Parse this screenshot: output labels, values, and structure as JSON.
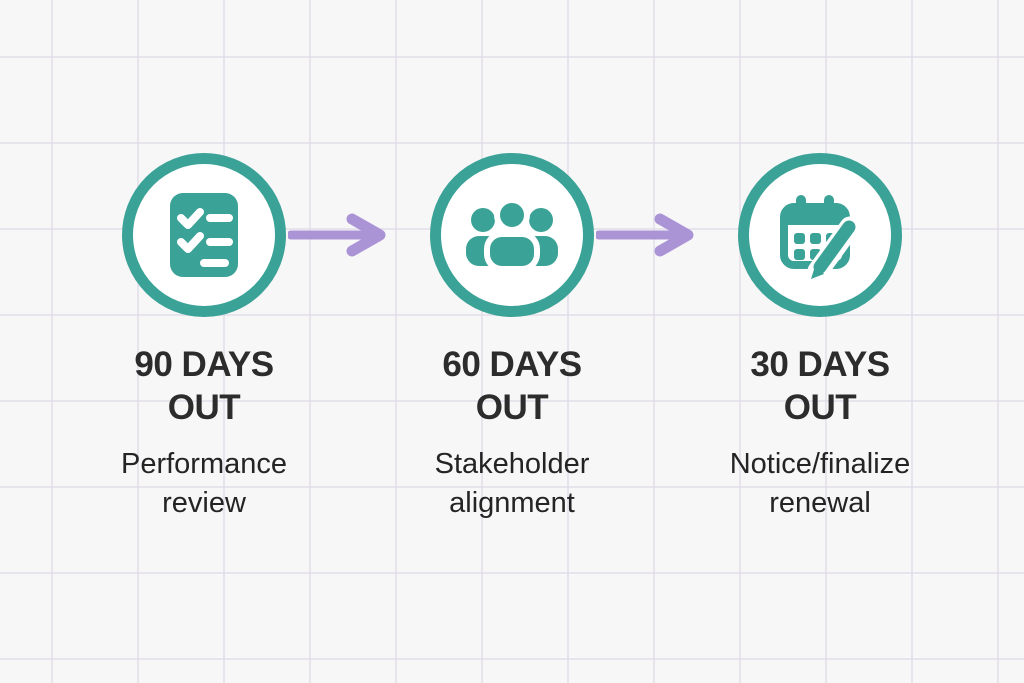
{
  "diagram": {
    "type": "timeline",
    "description": "Three-step renewal countdown timeline"
  },
  "colors": {
    "accent_teal": "#3aa296",
    "arrow_purple": "#ab94d6",
    "heading_text": "#2d2c2d",
    "subtitle_text": "#242424",
    "background": "#f8f7f8",
    "grid_line": "#e6e2ec",
    "circle_fill": "#ffffff"
  },
  "steps": [
    {
      "title": "90 DAYS OUT",
      "subtitle": "Performance review",
      "icon": "checklist-icon"
    },
    {
      "title": "60 DAYS OUT",
      "subtitle": "Stakeholder alignment",
      "icon": "people-group-icon"
    },
    {
      "title": "30 DAYS OUT",
      "subtitle": "Notice/finalize renewal",
      "icon": "calendar-edit-icon"
    }
  ],
  "arrows": [
    {
      "direction": "right"
    },
    {
      "direction": "right"
    }
  ]
}
